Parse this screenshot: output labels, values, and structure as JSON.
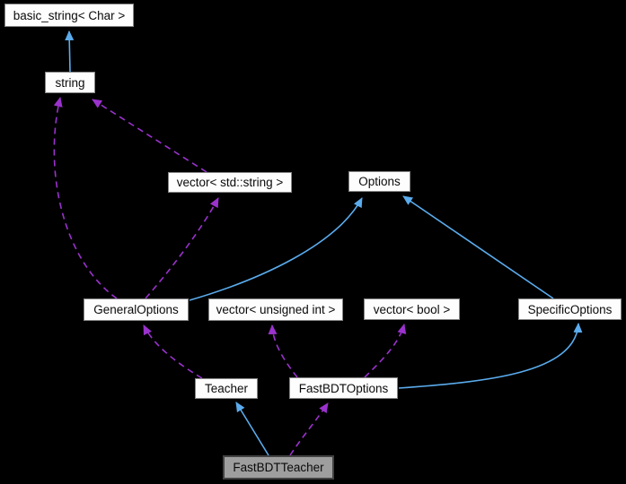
{
  "diagram": {
    "kind": "class-collaboration-graph",
    "background_color": "#000000",
    "colors": {
      "inheritance_edge": "#5bacee",
      "usage_edge": "#9a32cd",
      "node_fill": "#fdfdfd",
      "node_border": "#868686",
      "current_node_fill": "#9e9e9e",
      "current_node_border": "#424242",
      "node_text": "#0a0a0a"
    },
    "nodes": [
      {
        "id": "basic-string",
        "label": "basic_string< Char >"
      },
      {
        "id": "string",
        "label": "string"
      },
      {
        "id": "vector-std-string",
        "label": "vector< std::string >"
      },
      {
        "id": "options",
        "label": "Options"
      },
      {
        "id": "general-options",
        "label": "GeneralOptions"
      },
      {
        "id": "vector-unsigned-int",
        "label": "vector< unsigned int >"
      },
      {
        "id": "vector-bool",
        "label": "vector< bool >"
      },
      {
        "id": "specific-options",
        "label": "SpecificOptions"
      },
      {
        "id": "teacher",
        "label": "Teacher"
      },
      {
        "id": "fastbdt-options",
        "label": "FastBDTOptions"
      },
      {
        "id": "fastbdt-teacher",
        "label": "FastBDTTeacher",
        "current": true
      }
    ],
    "edges": [
      {
        "from": "string",
        "to": "basic_string< Char >",
        "type": "inheritance"
      },
      {
        "from": "GeneralOptions",
        "to": "Options",
        "type": "inheritance"
      },
      {
        "from": "SpecificOptions",
        "to": "Options",
        "type": "inheritance"
      },
      {
        "from": "FastBDTOptions",
        "to": "SpecificOptions",
        "type": "inheritance"
      },
      {
        "from": "FastBDTTeacher",
        "to": "Teacher",
        "type": "inheritance"
      },
      {
        "from": "GeneralOptions",
        "to": "string",
        "type": "usage"
      },
      {
        "from": "GeneralOptions",
        "to": "vector< std::string >",
        "type": "usage"
      },
      {
        "from": "vector< std::string >",
        "to": "string",
        "type": "usage"
      },
      {
        "from": "Teacher",
        "to": "GeneralOptions",
        "type": "usage"
      },
      {
        "from": "FastBDTOptions",
        "to": "vector< unsigned int >",
        "type": "usage"
      },
      {
        "from": "FastBDTOptions",
        "to": "vector< bool >",
        "type": "usage"
      },
      {
        "from": "FastBDTTeacher",
        "to": "FastBDTOptions",
        "type": "usage"
      }
    ]
  }
}
